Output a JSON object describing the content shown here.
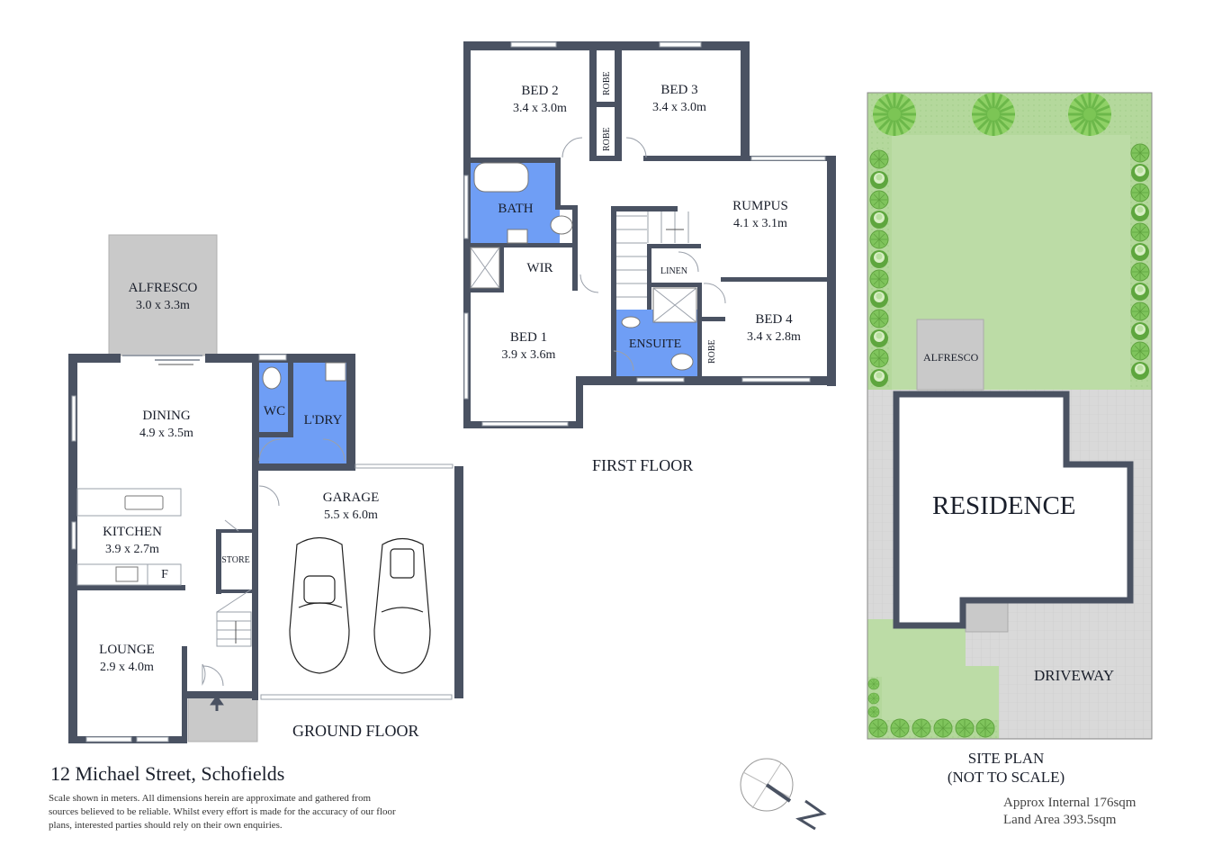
{
  "property": {
    "address": "12 Michael Street, Schofields",
    "disclaimer_lines": [
      "Scale shown in meters. All dimensions herein are approximate and gathered from",
      "sources believed to be  reliable. Whilst every effort is made for the accuracy of our floor",
      "plans, interested parties should rely on their own enquiries."
    ],
    "approx_internal": "Approx Internal 176sqm",
    "land_area": "Land Area 393.5sqm"
  },
  "colors": {
    "wall": "#4a5262",
    "wet_area": "#6f9ef5",
    "outdoor_grey": "#c9c9c9",
    "lawn": "#bcdca6",
    "garden_bed": "#a8d08a",
    "shrub": "#6cb84a",
    "paving": "#d9d9d9"
  },
  "ground_floor": {
    "title": "GROUND FLOOR",
    "rooms": {
      "alfresco": {
        "name": "ALFRESCO",
        "dim": "3.0 x 3.3m"
      },
      "dining": {
        "name": "DINING",
        "dim": "4.9 x 3.5m"
      },
      "wc": {
        "name": "WC"
      },
      "laundry": {
        "name": "L'DRY"
      },
      "kitchen": {
        "name": "KITCHEN",
        "dim": "3.9 x 2.7m"
      },
      "fridge": {
        "name": "F"
      },
      "store": {
        "name": "STORE"
      },
      "garage": {
        "name": "GARAGE",
        "dim": "5.5 x 6.0m"
      },
      "lounge": {
        "name": "LOUNGE",
        "dim": "2.9 x 4.0m"
      }
    }
  },
  "first_floor": {
    "title": "FIRST FLOOR",
    "rooms": {
      "bed2": {
        "name": "BED 2",
        "dim": "3.4 x 3.0m"
      },
      "bed3": {
        "name": "BED 3",
        "dim": "3.4 x 3.0m"
      },
      "robe_top": {
        "name": "ROBE"
      },
      "robe_mid": {
        "name": "ROBE"
      },
      "bath": {
        "name": "BATH"
      },
      "rumpus": {
        "name": "RUMPUS",
        "dim": "4.1 x 3.1m"
      },
      "wir": {
        "name": "WIR"
      },
      "linen": {
        "name": "LINEN"
      },
      "bed1": {
        "name": "BED 1",
        "dim": "3.9 x 3.6m"
      },
      "ensuite": {
        "name": "ENSUITE"
      },
      "bed4": {
        "name": "BED 4",
        "dim": "3.4 x 2.8m"
      },
      "robe_bed4": {
        "name": "ROBE"
      }
    }
  },
  "site_plan": {
    "title": "SITE PLAN",
    "subtitle": "(NOT TO SCALE)",
    "labels": {
      "alfresco": "ALFRESCO",
      "residence": "RESIDENCE",
      "driveway": "DRIVEWAY"
    }
  },
  "compass": {
    "label": "N",
    "icon": "north-arrow-icon"
  }
}
